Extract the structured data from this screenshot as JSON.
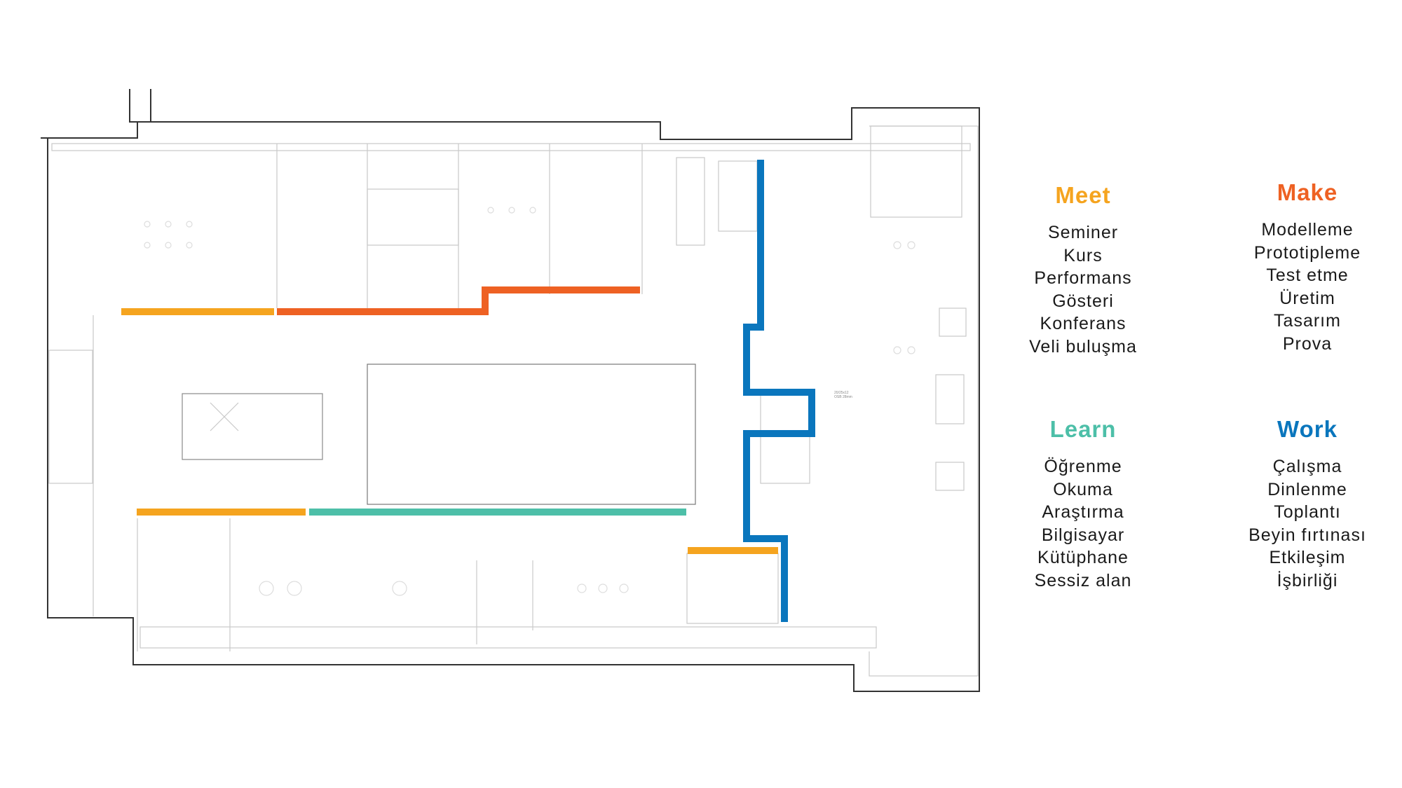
{
  "plan": {
    "note_lines": [
      "20/25x12",
      "OSB 28mm"
    ]
  },
  "legend": [
    {
      "title": "Meet",
      "color": "#F5A41F",
      "items": [
        "Seminer",
        "Kurs",
        "Performans",
        "Gösteri",
        "Konferans",
        "Veli buluşma"
      ]
    },
    {
      "title": "Make",
      "color": "#EE6123",
      "items": [
        "Modelleme",
        "Prototipleme",
        "Test etme",
        "Üretim",
        "Tasarım",
        "Prova"
      ]
    },
    {
      "title": "Learn",
      "color": "#4DBFA8",
      "items": [
        "Öğrenme",
        "Okuma",
        "Araştırma",
        "Bilgisayar",
        "Kütüphane",
        "Sessiz alan"
      ]
    },
    {
      "title": "Work",
      "color": "#0A76BD",
      "items": [
        "Çalışma",
        "Dinlenme",
        "Toplantı",
        "Beyin fırtınası",
        "Etkileşim",
        "İşbirliği"
      ]
    }
  ]
}
